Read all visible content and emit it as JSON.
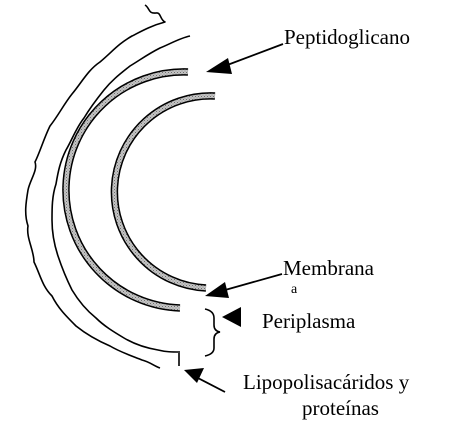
{
  "labels": {
    "peptidoglycan": "Peptidoglicano",
    "membrane": "Membrana",
    "membrane_fragment": "a",
    "periplasm": "Periplasma",
    "lipo_line1": "Lipopolisacáridos y",
    "lipo_line2": "proteínas"
  },
  "colors": {
    "ink": "#000000",
    "band_fill": "#a8a8a8",
    "background": "#ffffff"
  }
}
